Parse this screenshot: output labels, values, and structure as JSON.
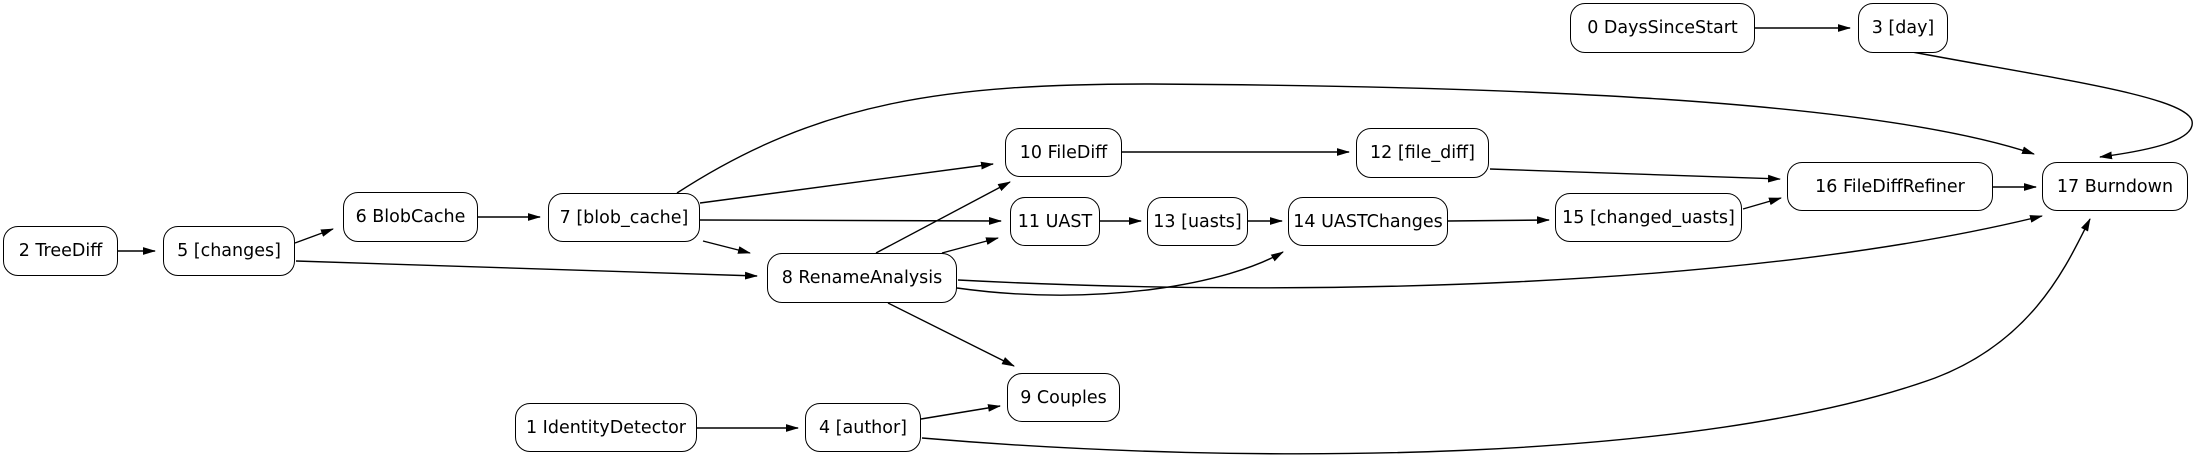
{
  "graph": {
    "kind": "pipeline-dependency-dag",
    "direction": "left-to-right",
    "background_color": "#ffffff",
    "node_border_color": "#000000",
    "edge_color": "#000000",
    "text_color": "#000000"
  },
  "nodes": {
    "n0": {
      "label": "0 DaysSinceStart"
    },
    "n1": {
      "label": "1 IdentityDetector"
    },
    "n2": {
      "label": "2 TreeDiff"
    },
    "n3": {
      "label": "3 [day]"
    },
    "n4": {
      "label": "4 [author]"
    },
    "n5": {
      "label": "5 [changes]"
    },
    "n6": {
      "label": "6 BlobCache"
    },
    "n7": {
      "label": "7 [blob_cache]"
    },
    "n8": {
      "label": "8 RenameAnalysis"
    },
    "n9": {
      "label": "9 Couples"
    },
    "n10": {
      "label": "10 FileDiff"
    },
    "n11": {
      "label": "11 UAST"
    },
    "n12": {
      "label": "12 [file_diff]"
    },
    "n13": {
      "label": "13 [uasts]"
    },
    "n14": {
      "label": "14 UASTChanges"
    },
    "n15": {
      "label": "15 [changed_uasts]"
    },
    "n16": {
      "label": "16 FileDiffRefiner"
    },
    "n17": {
      "label": "17 Burndown"
    }
  },
  "edges": [
    {
      "from": "0 DaysSinceStart",
      "to": "3 [day]"
    },
    {
      "from": "3 [day]",
      "to": "17 Burndown"
    },
    {
      "from": "2 TreeDiff",
      "to": "5 [changes]"
    },
    {
      "from": "5 [changes]",
      "to": "6 BlobCache"
    },
    {
      "from": "5 [changes]",
      "to": "8 RenameAnalysis"
    },
    {
      "from": "6 BlobCache",
      "to": "7 [blob_cache]"
    },
    {
      "from": "7 [blob_cache]",
      "to": "8 RenameAnalysis"
    },
    {
      "from": "7 [blob_cache]",
      "to": "10 FileDiff"
    },
    {
      "from": "7 [blob_cache]",
      "to": "11 UAST"
    },
    {
      "from": "7 [blob_cache]",
      "to": "17 Burndown"
    },
    {
      "from": "8 RenameAnalysis",
      "to": "10 FileDiff"
    },
    {
      "from": "8 RenameAnalysis",
      "to": "11 UAST"
    },
    {
      "from": "8 RenameAnalysis",
      "to": "14 UASTChanges"
    },
    {
      "from": "8 RenameAnalysis",
      "to": "9 Couples"
    },
    {
      "from": "8 RenameAnalysis",
      "to": "17 Burndown"
    },
    {
      "from": "10 FileDiff",
      "to": "12 [file_diff]"
    },
    {
      "from": "12 [file_diff]",
      "to": "16 FileDiffRefiner"
    },
    {
      "from": "11 UAST",
      "to": "13 [uasts]"
    },
    {
      "from": "13 [uasts]",
      "to": "14 UASTChanges"
    },
    {
      "from": "14 UASTChanges",
      "to": "15 [changed_uasts]"
    },
    {
      "from": "15 [changed_uasts]",
      "to": "16 FileDiffRefiner"
    },
    {
      "from": "16 FileDiffRefiner",
      "to": "17 Burndown"
    },
    {
      "from": "1 IdentityDetector",
      "to": "4 [author]"
    },
    {
      "from": "4 [author]",
      "to": "9 Couples"
    },
    {
      "from": "4 [author]",
      "to": "17 Burndown"
    }
  ]
}
